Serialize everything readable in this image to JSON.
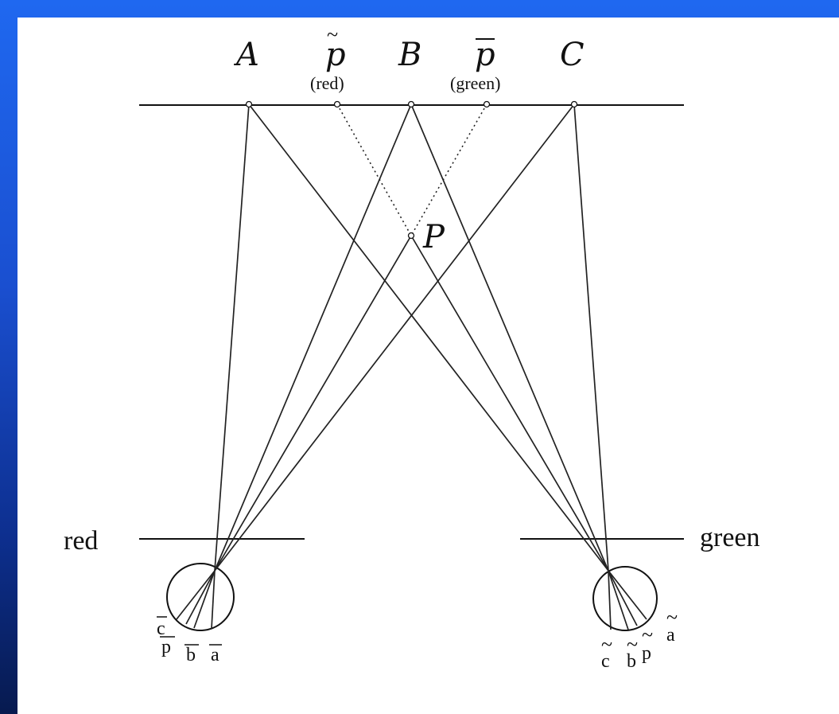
{
  "labels": {
    "A": "A",
    "B": "B",
    "C": "C",
    "P": "P",
    "p_tilde": "p",
    "p_bar": "p",
    "red_note": "(red)",
    "green_note": "(green)",
    "red_side": "red",
    "green_side": "green"
  },
  "retina_left": {
    "c": "c",
    "p": "p",
    "b": "b",
    "a": "a"
  },
  "retina_right": {
    "c": "c",
    "b": "b",
    "p": "p",
    "a": "a"
  },
  "colors": {
    "frame_top": "#1f68f0",
    "frame_bottom": "#071a4f",
    "line": "#111111"
  }
}
